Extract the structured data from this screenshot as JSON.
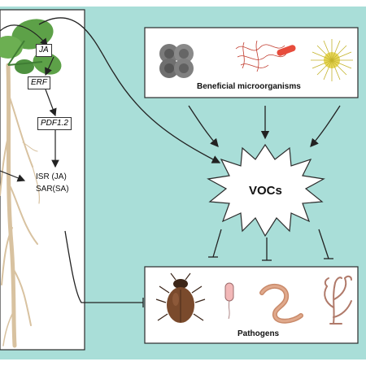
{
  "signaling": {
    "ja": "JA",
    "erf": "ERF",
    "pdf": "PDF1.2",
    "isr": "ISR (JA)",
    "sar": "SAR(SA)"
  },
  "beneficial": {
    "title": "Beneficial microorganisms",
    "icons": [
      "bacteria-cluster-icon",
      "filamentous-bacteria-icon",
      "fungal-spore-icon"
    ]
  },
  "vocs": {
    "label": "VOCs"
  },
  "pathogens": {
    "title": "Pathogens",
    "icons": [
      "beetle-icon",
      "bacterium-icon",
      "nematode-icon",
      "fungus-icon"
    ]
  },
  "colors": {
    "background": "#a9ded8",
    "panel": "#ffffff",
    "leaf": "#5fa04a",
    "root": "#dcc6a6",
    "arrow": "#222222"
  }
}
